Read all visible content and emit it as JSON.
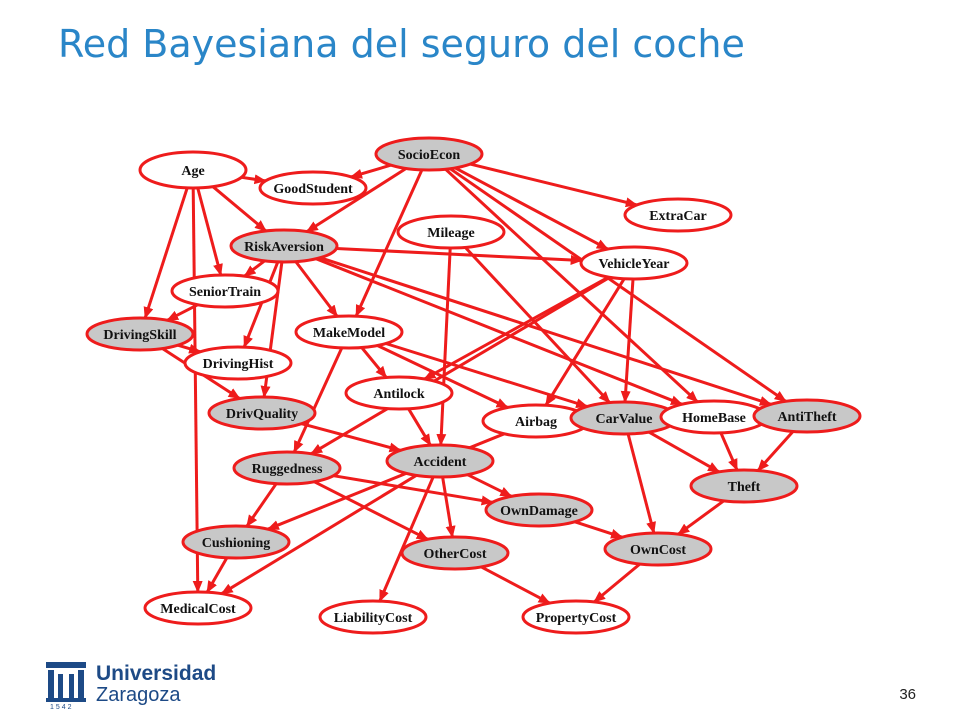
{
  "slide": {
    "title": "Red Bayesiana del seguro del coche",
    "page_number": "36"
  },
  "logo": {
    "name": "Universidad",
    "city": "Zaragoza",
    "year": "1542"
  },
  "colors": {
    "edge": "#ee1c1c",
    "node_border": "#ee1c1c",
    "observed_fill": "#c8c8c8",
    "hidden_fill": "#ffffff",
    "title": "#2a86c8",
    "logo": "#1d4a86"
  },
  "diagram": {
    "nodes": [
      {
        "id": "SocioEcon",
        "label": "SocioEcon",
        "shaded": true
      },
      {
        "id": "Age",
        "label": "Age",
        "shaded": false
      },
      {
        "id": "GoodStudent",
        "label": "GoodStudent",
        "shaded": false
      },
      {
        "id": "ExtraCar",
        "label": "ExtraCar",
        "shaded": false
      },
      {
        "id": "Mileage",
        "label": "Mileage",
        "shaded": false
      },
      {
        "id": "RiskAversion",
        "label": "RiskAversion",
        "shaded": true
      },
      {
        "id": "VehicleYear",
        "label": "VehicleYear",
        "shaded": false
      },
      {
        "id": "SeniorTrain",
        "label": "SeniorTrain",
        "shaded": false
      },
      {
        "id": "DrivingSkill",
        "label": "DrivingSkill",
        "shaded": true
      },
      {
        "id": "MakeModel",
        "label": "MakeModel",
        "shaded": false
      },
      {
        "id": "DrivingHist",
        "label": "DrivingHist",
        "shaded": false
      },
      {
        "id": "Antilock",
        "label": "Antilock",
        "shaded": false
      },
      {
        "id": "DrivQuality",
        "label": "DrivQuality",
        "shaded": true
      },
      {
        "id": "Airbag",
        "label": "Airbag",
        "shaded": false
      },
      {
        "id": "CarValue",
        "label": "CarValue",
        "shaded": true
      },
      {
        "id": "HomeBase",
        "label": "HomeBase",
        "shaded": false
      },
      {
        "id": "AntiTheft",
        "label": "AntiTheft",
        "shaded": true
      },
      {
        "id": "Ruggedness",
        "label": "Ruggedness",
        "shaded": true
      },
      {
        "id": "Accident",
        "label": "Accident",
        "shaded": true
      },
      {
        "id": "Theft",
        "label": "Theft",
        "shaded": true
      },
      {
        "id": "OwnDamage",
        "label": "OwnDamage",
        "shaded": true
      },
      {
        "id": "Cushioning",
        "label": "Cushioning",
        "shaded": true
      },
      {
        "id": "OtherCost",
        "label": "OtherCost",
        "shaded": true
      },
      {
        "id": "OwnCost",
        "label": "OwnCost",
        "shaded": true
      },
      {
        "id": "MedicalCost",
        "label": "MedicalCost",
        "shaded": false
      },
      {
        "id": "LiabilityCost",
        "label": "LiabilityCost",
        "shaded": false
      },
      {
        "id": "PropertyCost",
        "label": "PropertyCost",
        "shaded": false
      }
    ],
    "edges": [
      [
        "SocioEcon",
        "GoodStudent"
      ],
      [
        "SocioEcon",
        "ExtraCar"
      ],
      [
        "SocioEcon",
        "RiskAversion"
      ],
      [
        "SocioEcon",
        "VehicleYear"
      ],
      [
        "SocioEcon",
        "MakeModel"
      ],
      [
        "SocioEcon",
        "HomeBase"
      ],
      [
        "SocioEcon",
        "AntiTheft"
      ],
      [
        "Age",
        "GoodStudent"
      ],
      [
        "Age",
        "RiskAversion"
      ],
      [
        "Age",
        "SeniorTrain"
      ],
      [
        "Age",
        "DrivingSkill"
      ],
      [
        "Age",
        "MedicalCost"
      ],
      [
        "RiskAversion",
        "SeniorTrain"
      ],
      [
        "RiskAversion",
        "DrivingHist"
      ],
      [
        "RiskAversion",
        "MakeModel"
      ],
      [
        "RiskAversion",
        "DrivQuality"
      ],
      [
        "RiskAversion",
        "VehicleYear"
      ],
      [
        "RiskAversion",
        "HomeBase"
      ],
      [
        "RiskAversion",
        "AntiTheft"
      ],
      [
        "SeniorTrain",
        "DrivingSkill"
      ],
      [
        "DrivingSkill",
        "DrivQuality"
      ],
      [
        "DrivingSkill",
        "DrivingHist"
      ],
      [
        "DrivQuality",
        "Accident"
      ],
      [
        "Mileage",
        "CarValue"
      ],
      [
        "Mileage",
        "Accident"
      ],
      [
        "VehicleYear",
        "Antilock"
      ],
      [
        "VehicleYear",
        "Airbag"
      ],
      [
        "VehicleYear",
        "CarValue"
      ],
      [
        "VehicleYear",
        "Ruggedness"
      ],
      [
        "MakeModel",
        "Antilock"
      ],
      [
        "MakeModel",
        "CarValue"
      ],
      [
        "MakeModel",
        "Airbag"
      ],
      [
        "MakeModel",
        "Ruggedness"
      ],
      [
        "Antilock",
        "Accident"
      ],
      [
        "CarValue",
        "Theft"
      ],
      [
        "CarValue",
        "OwnCost"
      ],
      [
        "HomeBase",
        "Theft"
      ],
      [
        "AntiTheft",
        "Theft"
      ],
      [
        "Theft",
        "OwnCost"
      ],
      [
        "Accident",
        "OwnDamage"
      ],
      [
        "Accident",
        "OtherCost"
      ],
      [
        "Accident",
        "MedicalCost"
      ],
      [
        "Accident",
        "LiabilityCost"
      ],
      [
        "Ruggedness",
        "OwnDamage"
      ],
      [
        "Ruggedness",
        "Cushioning"
      ],
      [
        "Ruggedness",
        "OtherCost"
      ],
      [
        "Airbag",
        "Cushioning"
      ],
      [
        "Cushioning",
        "MedicalCost"
      ],
      [
        "OwnDamage",
        "OwnCost"
      ],
      [
        "OtherCost",
        "PropertyCost"
      ],
      [
        "OwnCost",
        "PropertyCost"
      ]
    ]
  }
}
